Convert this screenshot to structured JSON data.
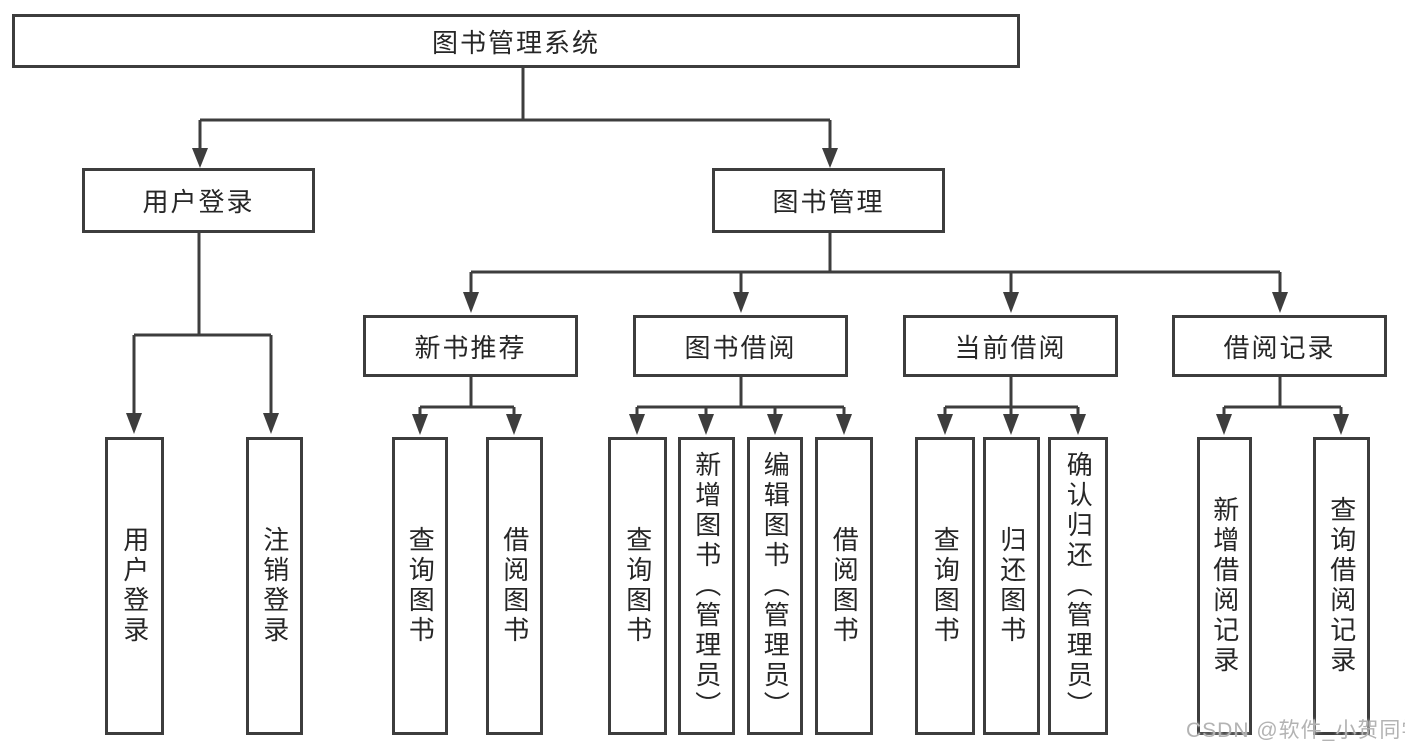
{
  "root": {
    "label": "图书管理系统",
    "children": [
      {
        "label": "用户登录",
        "children": [
          {
            "label": "用户登录"
          },
          {
            "label": "注销登录"
          }
        ]
      },
      {
        "label": "图书管理",
        "children": [
          {
            "label": "新书推荐",
            "children": [
              {
                "label": "查询图书"
              },
              {
                "label": "借阅图书"
              }
            ]
          },
          {
            "label": "图书借阅",
            "children": [
              {
                "label": "查询图书"
              },
              {
                "label": "新增图书（管理员）"
              },
              {
                "label": "编辑图书（管理员）"
              },
              {
                "label": "借阅图书"
              }
            ]
          },
          {
            "label": "当前借阅",
            "children": [
              {
                "label": "查询图书"
              },
              {
                "label": "归还图书"
              },
              {
                "label": "确认归还（管理员）"
              }
            ]
          },
          {
            "label": "借阅记录",
            "children": [
              {
                "label": "新增借阅记录"
              },
              {
                "label": "查询借阅记录"
              }
            ]
          }
        ]
      }
    ]
  },
  "watermark": "CSDN @软件_小贺同学",
  "colors": {
    "line": "#3d3d3d",
    "text": "#262626",
    "watermark": "#b3b3b3",
    "background": "#ffffff"
  }
}
